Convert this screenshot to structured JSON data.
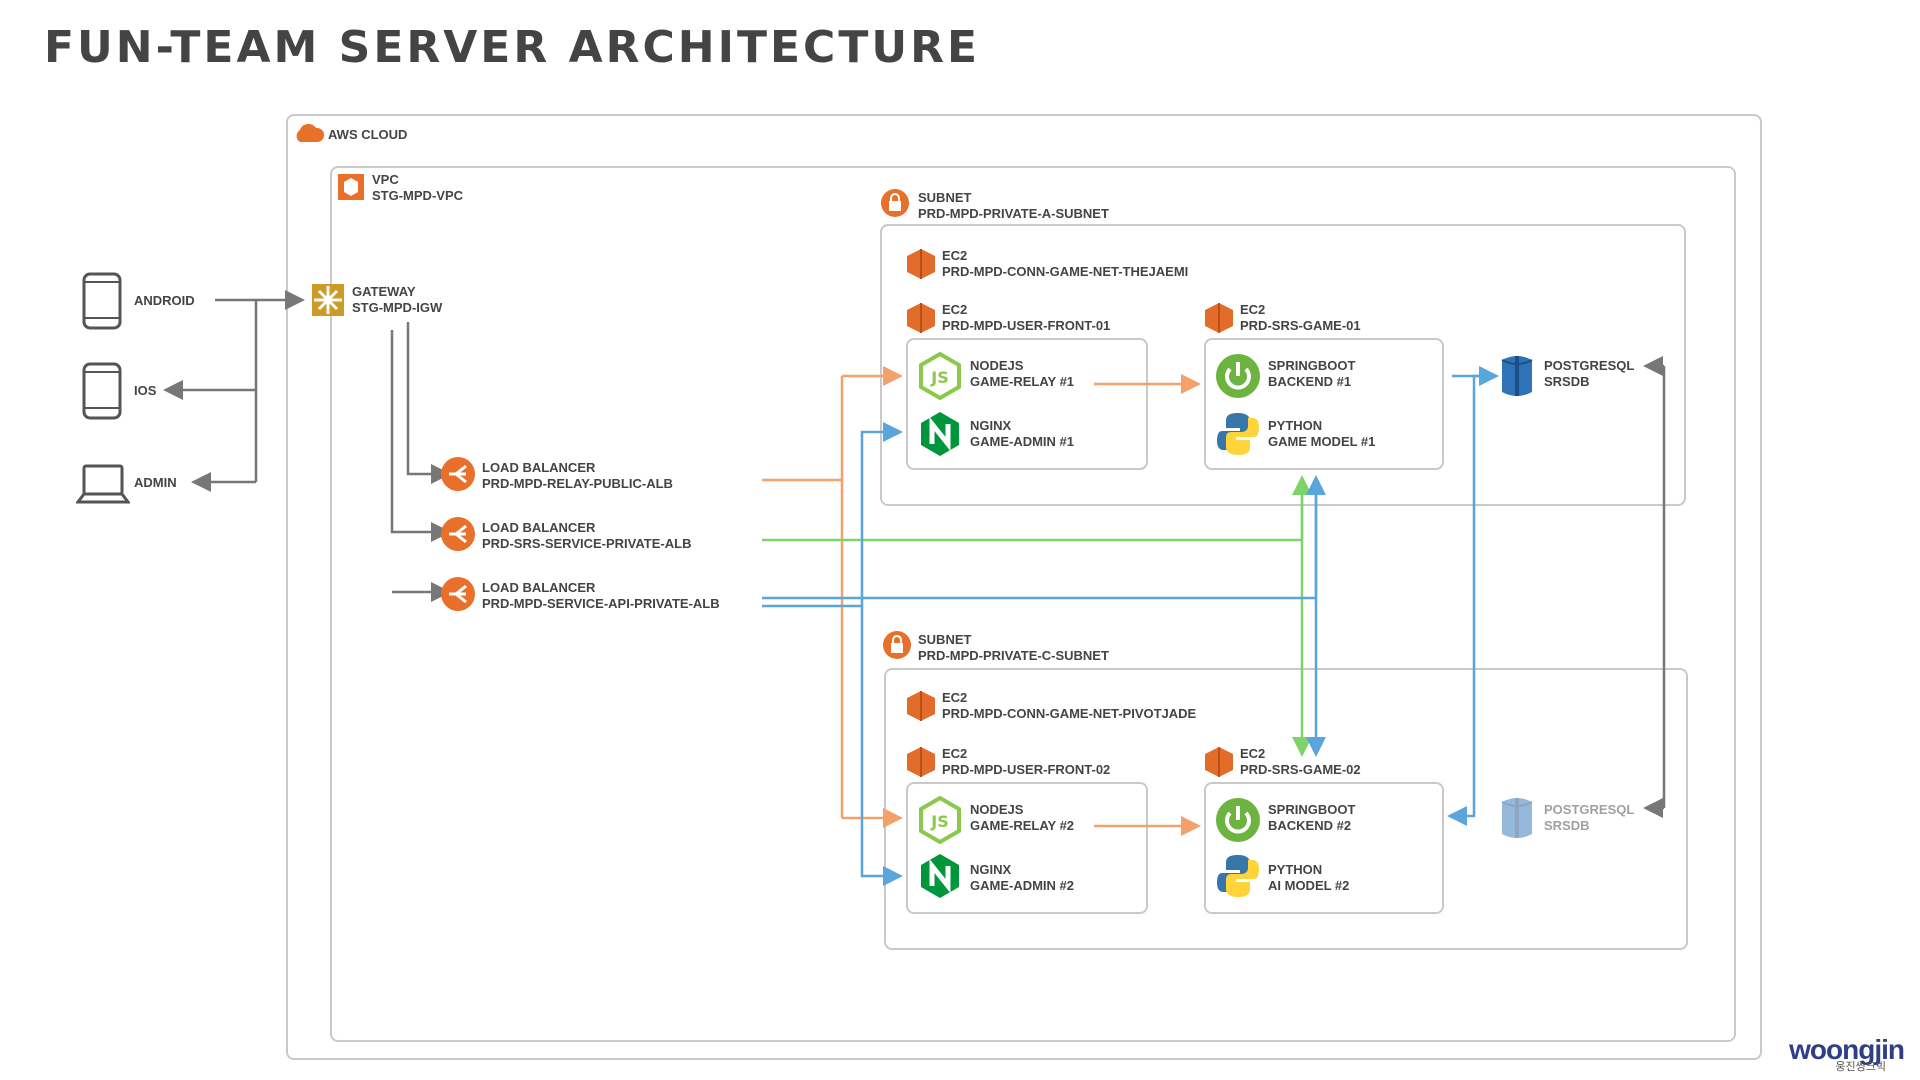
{
  "title": "FUN-TEAM SERVER ARCHITECTURE",
  "colors": {
    "aws_orange": "#e8702a",
    "ec2_orange": "#e36c2b",
    "gateway_gold": "#cc9a27",
    "node_green": "#8cc84b",
    "nginx_green": "#00963c",
    "spring_green": "#6db33f",
    "python_blue": "#3776ab",
    "python_yellow": "#ffd43b",
    "postgres_blue": "#2e73b8",
    "wire_orange": "#f4a06a",
    "wire_green": "#7ed36a",
    "wire_blue": "#5aa6dc",
    "wire_grey": "#777777"
  },
  "clients": [
    {
      "label": "ANDROID",
      "icon": "phone-icon"
    },
    {
      "label": "IOS",
      "icon": "phone-icon"
    },
    {
      "label": "ADMIN",
      "icon": "laptop-icon"
    }
  ],
  "aws": {
    "label": "AWS CLOUD",
    "icon": "cloud-icon"
  },
  "vpc": {
    "type": "VPC",
    "name": "STG-MPD-VPC"
  },
  "gateway": {
    "type": "GATEWAY",
    "name": "STG-MPD-IGW"
  },
  "load_balancers": [
    {
      "type": "LOAD BALANCER",
      "name": "PRD-MPD-RELAY-PUBLIC-ALB"
    },
    {
      "type": "LOAD BALANCER",
      "name": "PRD-SRS-SERVICE-PRIVATE-ALB"
    },
    {
      "type": "LOAD BALANCER",
      "name": "PRD-MPD-SERVICE-API-PRIVATE-ALB"
    }
  ],
  "subnet_a": {
    "type": "SUBNET",
    "name": "PRD-MPD-PRIVATE-A-SUBNET",
    "ec2_conn": {
      "type": "EC2",
      "name": "PRD-MPD-CONN-GAME-NET-THEJAEMI"
    },
    "ec2_front": {
      "type": "EC2",
      "name": "PRD-MPD-USER-FRONT-01"
    },
    "ec2_game": {
      "type": "EC2",
      "name": "PRD-SRS-GAME-01"
    },
    "nodejs": {
      "type": "NODEJS",
      "name": "GAME-RELAY #1"
    },
    "nginx": {
      "type": "NGINX",
      "name": "GAME-ADMIN #1"
    },
    "spring": {
      "type": "SPRINGBOOT",
      "name": "BACKEND #1"
    },
    "python": {
      "type": "PYTHON",
      "name": "GAME MODEL #1"
    },
    "postgres": {
      "type": "POSTGRESQL",
      "name": "SRSDB"
    }
  },
  "subnet_c": {
    "type": "SUBNET",
    "name": "PRD-MPD-PRIVATE-C-SUBNET",
    "ec2_conn": {
      "type": "EC2",
      "name": "PRD-MPD-CONN-GAME-NET-PIVOTJADE"
    },
    "ec2_front": {
      "type": "EC2",
      "name": "PRD-MPD-USER-FRONT-02"
    },
    "ec2_game": {
      "type": "EC2",
      "name": "PRD-SRS-GAME-02"
    },
    "nodejs": {
      "type": "NODEJS",
      "name": "GAME-RELAY #2"
    },
    "nginx": {
      "type": "NGINX",
      "name": "GAME-ADMIN #2"
    },
    "spring": {
      "type": "SPRINGBOOT",
      "name": "BACKEND #2"
    },
    "python": {
      "type": "PYTHON",
      "name": "AI MODEL #2"
    },
    "postgres": {
      "type": "POSTGRESQL",
      "name": "SRSDB"
    }
  },
  "logo": {
    "text": "woongjin",
    "sub": "웅진씽크빅"
  }
}
